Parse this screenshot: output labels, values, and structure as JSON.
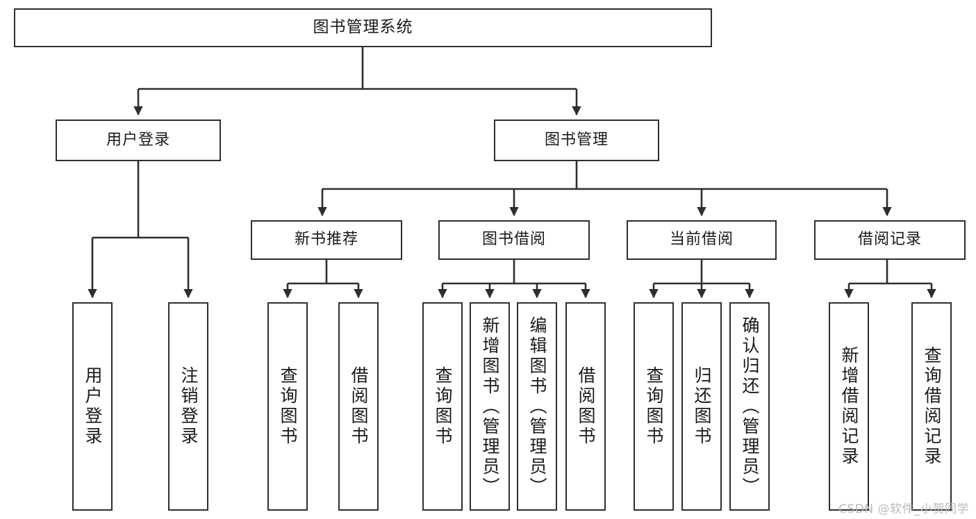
{
  "diagram": {
    "type": "tree-hierarchy",
    "title": "图书管理系统",
    "orientation": "top-down",
    "colors": {
      "box_border": "#2e2e2e",
      "box_fill": "#ffffff",
      "edge": "#2e2e2e",
      "text": "#1a1a1a",
      "watermark": "#b9b9b9"
    }
  },
  "watermark": {
    "text": "CSDN @软件_小贺同学"
  },
  "nodes": {
    "root": {
      "label": "图书管理系统"
    },
    "level2": [
      {
        "id": "user-login",
        "label": "用户登录"
      },
      {
        "id": "book-management",
        "label": "图书管理"
      }
    ],
    "level3": [
      {
        "id": "new-book-recommend",
        "label": "新书推荐"
      },
      {
        "id": "book-borrow",
        "label": "图书借阅"
      },
      {
        "id": "current-borrow",
        "label": "当前借阅"
      },
      {
        "id": "borrow-record",
        "label": "借阅记录"
      }
    ],
    "leaves": [
      {
        "id": "leaf-user-login",
        "label": "用户登录",
        "parent": "user-login"
      },
      {
        "id": "leaf-logout-login",
        "label": "注销登录",
        "parent": "user-login"
      },
      {
        "id": "leaf-query-book-1",
        "label": "查询图书",
        "parent": "new-book-recommend"
      },
      {
        "id": "leaf-borrow-book-1",
        "label": "借阅图书",
        "parent": "new-book-recommend"
      },
      {
        "id": "leaf-query-book-2",
        "label": "查询图书",
        "parent": "book-borrow"
      },
      {
        "id": "leaf-add-book-admin",
        "label": "新增图书（管理员）",
        "parent": "book-borrow"
      },
      {
        "id": "leaf-edit-book-admin",
        "label": "编辑图书（管理员）",
        "parent": "book-borrow"
      },
      {
        "id": "leaf-borrow-book-2",
        "label": "借阅图书",
        "parent": "book-borrow"
      },
      {
        "id": "leaf-query-book-3",
        "label": "查询图书",
        "parent": "current-borrow"
      },
      {
        "id": "leaf-return-book",
        "label": "归还图书",
        "parent": "current-borrow"
      },
      {
        "id": "leaf-confirm-return-admin",
        "label": "确认归还（管理员）",
        "parent": "current-borrow"
      },
      {
        "id": "leaf-add-borrow-record",
        "label": "新增借阅记录",
        "parent": "borrow-record"
      },
      {
        "id": "leaf-query-borrow-record",
        "label": "查询借阅记录",
        "parent": "borrow-record"
      }
    ]
  }
}
